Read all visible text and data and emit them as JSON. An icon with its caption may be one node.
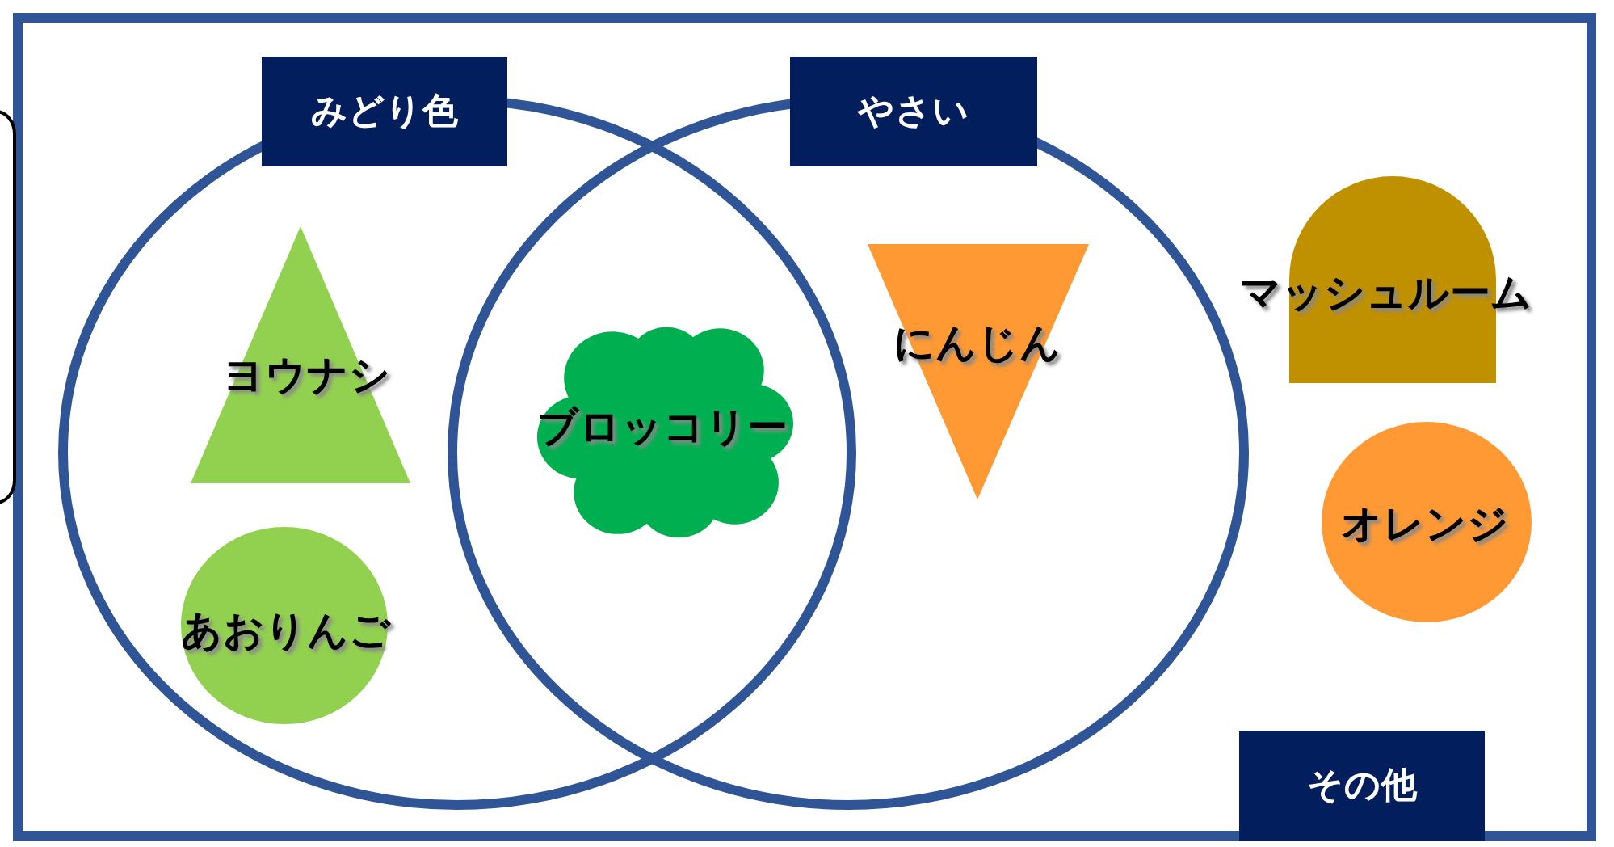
{
  "diagram": {
    "nodes": [
      {
        "text": [
          "その他"
        ]
      },
      {
        "text": [
          "みどり色"
        ],
        "in": 0
      },
      {
        "text": [
          "やさい"
        ],
        "in": 0
      },
      {
        "text": [
          "ヨウナシ"
        ],
        "in": 1
      },
      {
        "text": [
          "あおりんご"
        ],
        "in": 1
      },
      {
        "text": [
          "ブロッコリー"
        ]
      },
      {
        "text": [
          "にんじん"
        ],
        "in": 2
      },
      {
        "text": [
          "マッシュルーム"
        ],
        "in": 0
      },
      {
        "text": [
          "オレンジ"
        ],
        "in": 0
      },
      {
        "text": [],
        "shape": "box"
      }
    ]
  }
}
